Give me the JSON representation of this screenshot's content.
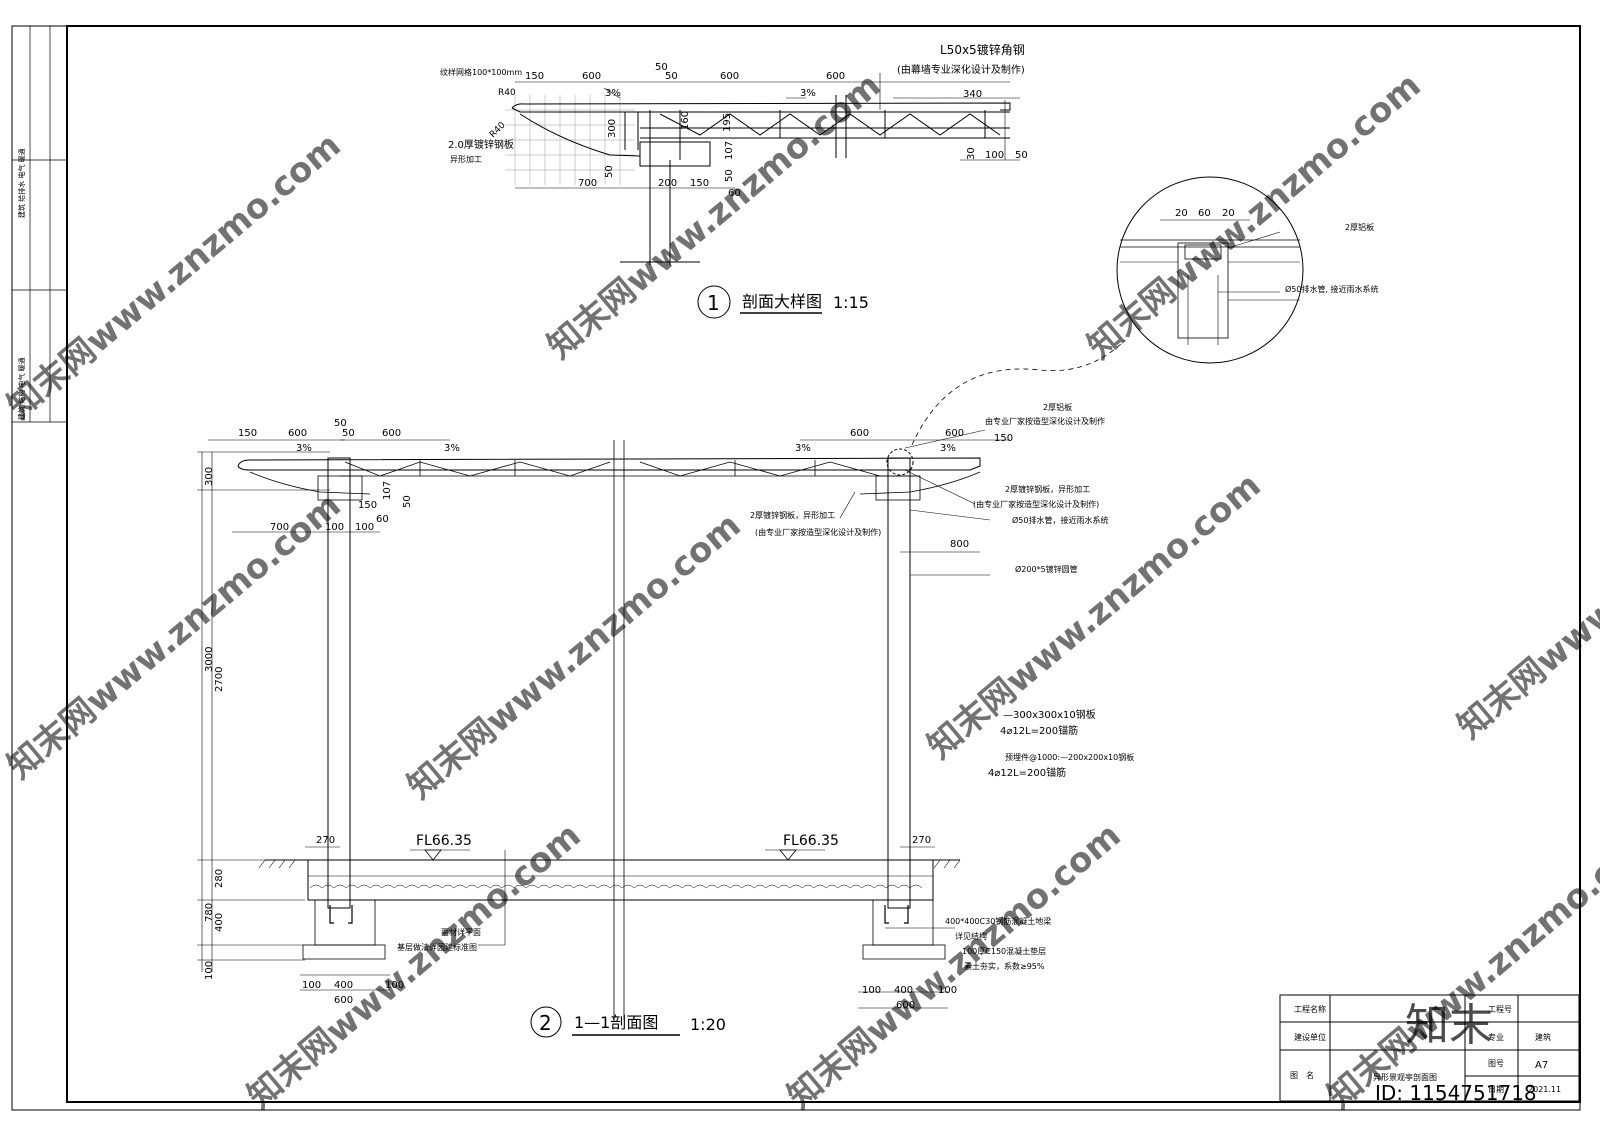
{
  "watermark": {
    "site": "知末网www.znzmo.com",
    "logo": "知末",
    "id_label": "ID: 1154751718"
  },
  "detail1": {
    "number": "1",
    "title": "剖面大样图",
    "scale": "1:15",
    "notes": {
      "angle_steel": "L50x5镀锌角钢",
      "angle_steel_sub": "(由幕墙专业深化设计及制作)",
      "mesh": "纹样网格100*100mm",
      "r40a": "R40",
      "r40b": "R40",
      "plate": "2.0厚镀锌钢板",
      "plate_sub": "异形加工"
    },
    "dims_top": [
      "150",
      "600",
      "50",
      "50",
      "600",
      "600",
      "340"
    ],
    "dims_side": [
      "300",
      "160",
      "195",
      "107",
      "50",
      "30",
      "100",
      "50",
      "60",
      "50"
    ],
    "dims_bottom": [
      "700",
      "200",
      "150"
    ],
    "slopes": [
      "3%",
      "3%"
    ]
  },
  "callout": {
    "dims": [
      "20",
      "60",
      "20"
    ],
    "aluminum": "2厚铝板",
    "drain": "Ø50排水管, 接近雨水系统"
  },
  "section": {
    "number": "2",
    "title": "1—1剖面图",
    "scale": "1:20",
    "dims_top_left": [
      "150",
      "600",
      "50",
      "50",
      "600"
    ],
    "dims_top_right": [
      "600",
      "600",
      "150"
    ],
    "slopes": [
      "3%",
      "3%",
      "3%",
      "3%"
    ],
    "dims_left_vertical": [
      "300",
      "3000",
      "2700",
      "280",
      "780",
      "400",
      "100"
    ],
    "dims_left_small": [
      "700",
      "100",
      "100",
      "150",
      "107",
      "50",
      "60"
    ],
    "dim_right_800": "800",
    "dims_270": [
      "270",
      "270"
    ],
    "elevation_left": "FL66.35",
    "elevation_right": "FL66.35",
    "footing_left": [
      "100",
      "400",
      "100",
      "600"
    ],
    "footing_right": [
      "100",
      "400",
      "100",
      "600"
    ],
    "notes": {
      "alu": "2厚铝板",
      "alu_sub": "由专业厂家按造型深化设计及制作",
      "steel_r": "2厚镀锌钢板，异形加工",
      "steel_r_sub": "(由专业厂家按造型深化设计及制作)",
      "drain": "Ø50排水管，接近雨水系统",
      "steel_l": "2厚镀锌钢板，异形加工",
      "steel_l_sub": "(由专业厂家按造型深化设计及制作)",
      "pipe": "Ø200*5镀锌圆管",
      "plate1": "—300x300x10钢板",
      "anchor1": "4⌀12L=200锚筋",
      "embed": "预埋件@1000:—200x200x10钢板",
      "anchor2": "4⌀12L=200锚筋",
      "surface": "面材详平面",
      "base": "基层做法详园建标准图",
      "footing": "400*400C30钢筋混凝土地梁",
      "struct": "详见结构",
      "cushion": "100厚C150混凝土垫层",
      "soil": "素土夯实，系数≥95%"
    }
  },
  "side_panel": {
    "top_text": "建筑 给排水 电气 暖通",
    "bottom_text": "建筑 结构 电气 暖通"
  },
  "title_block": {
    "project_label": "工程名称",
    "owner_label": "建设单位",
    "drawing_label": "图　名",
    "drawing_name": "异形景观亭剖面图",
    "project_no_label": "工程号",
    "discipline_label": "专业",
    "discipline": "建筑",
    "sheet_label": "图号",
    "sheet": "A7",
    "date_label": "日期",
    "date": "2021.11"
  }
}
